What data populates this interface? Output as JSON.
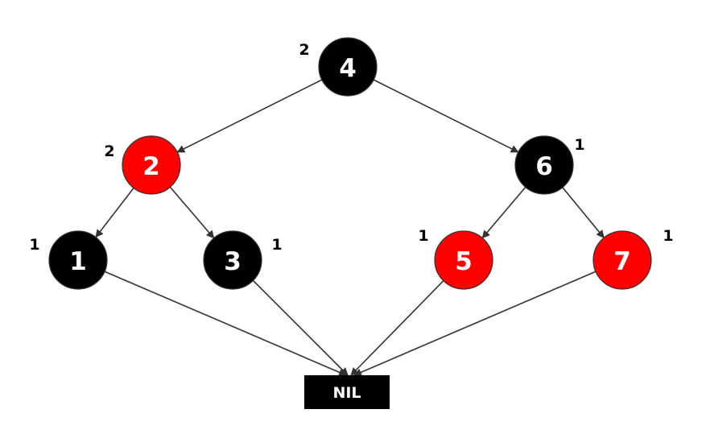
{
  "colors": {
    "black_node": "#000000",
    "red_node": "#ff0000",
    "edge": "#333333",
    "node_text": "#ffffff",
    "nil_box": "#000000"
  },
  "tree": {
    "nodes": [
      {
        "id": "n4",
        "value": "4",
        "color": "black",
        "black_height": "2"
      },
      {
        "id": "n2",
        "value": "2",
        "color": "red",
        "black_height": "2"
      },
      {
        "id": "n6",
        "value": "6",
        "color": "black",
        "black_height": "1"
      },
      {
        "id": "n1",
        "value": "1",
        "color": "black",
        "black_height": "1"
      },
      {
        "id": "n3",
        "value": "3",
        "color": "black",
        "black_height": "1"
      },
      {
        "id": "n5",
        "value": "5",
        "color": "red",
        "black_height": "1"
      },
      {
        "id": "n7",
        "value": "7",
        "color": "red",
        "black_height": "1"
      }
    ],
    "edges": [
      {
        "from": "n4",
        "to": "n2"
      },
      {
        "from": "n4",
        "to": "n6"
      },
      {
        "from": "n2",
        "to": "n1"
      },
      {
        "from": "n2",
        "to": "n3"
      },
      {
        "from": "n6",
        "to": "n5"
      },
      {
        "from": "n6",
        "to": "n7"
      },
      {
        "from": "n1",
        "to": "nil"
      },
      {
        "from": "n3",
        "to": "nil"
      },
      {
        "from": "n5",
        "to": "nil"
      },
      {
        "from": "n7",
        "to": "nil"
      }
    ],
    "nil": {
      "id": "nil",
      "label": "NIL"
    }
  }
}
